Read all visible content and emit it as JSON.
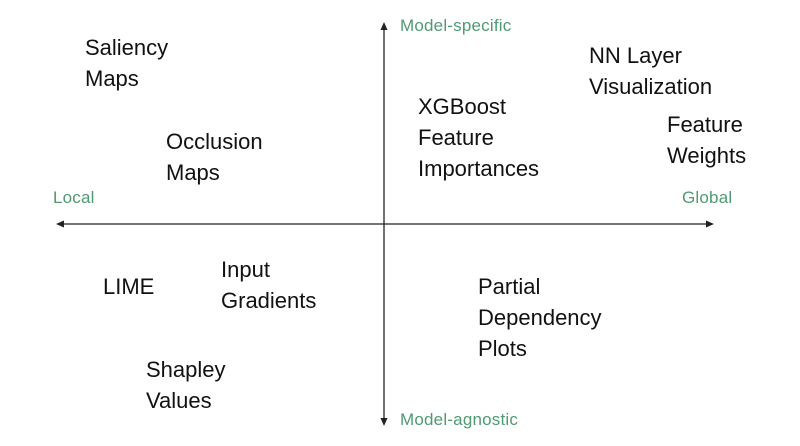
{
  "colors": {
    "axis_label": "#4f9a72",
    "axis_line": "#222222",
    "text": "#111111"
  },
  "axes": {
    "top_label": "Model-specific",
    "bottom_label": "Model-agnostic",
    "left_label": "Local",
    "right_label": "Global"
  },
  "methods": {
    "saliency_maps": [
      "Saliency",
      "Maps"
    ],
    "nn_layer_visualization": [
      "NN Layer",
      "Visualization"
    ],
    "xgboost_feature_importances": [
      "XGBoost",
      "Feature",
      "Importances"
    ],
    "occlusion_maps": [
      "Occlusion",
      "Maps"
    ],
    "feature_weights": [
      "Feature",
      "Weights"
    ],
    "lime": [
      "LIME"
    ],
    "input_gradients": [
      "Input",
      "Gradients"
    ],
    "partial_dependency_plots": [
      "Partial",
      "Dependency",
      "Plots"
    ],
    "shapley_values": [
      "Shapley",
      "Values"
    ]
  }
}
